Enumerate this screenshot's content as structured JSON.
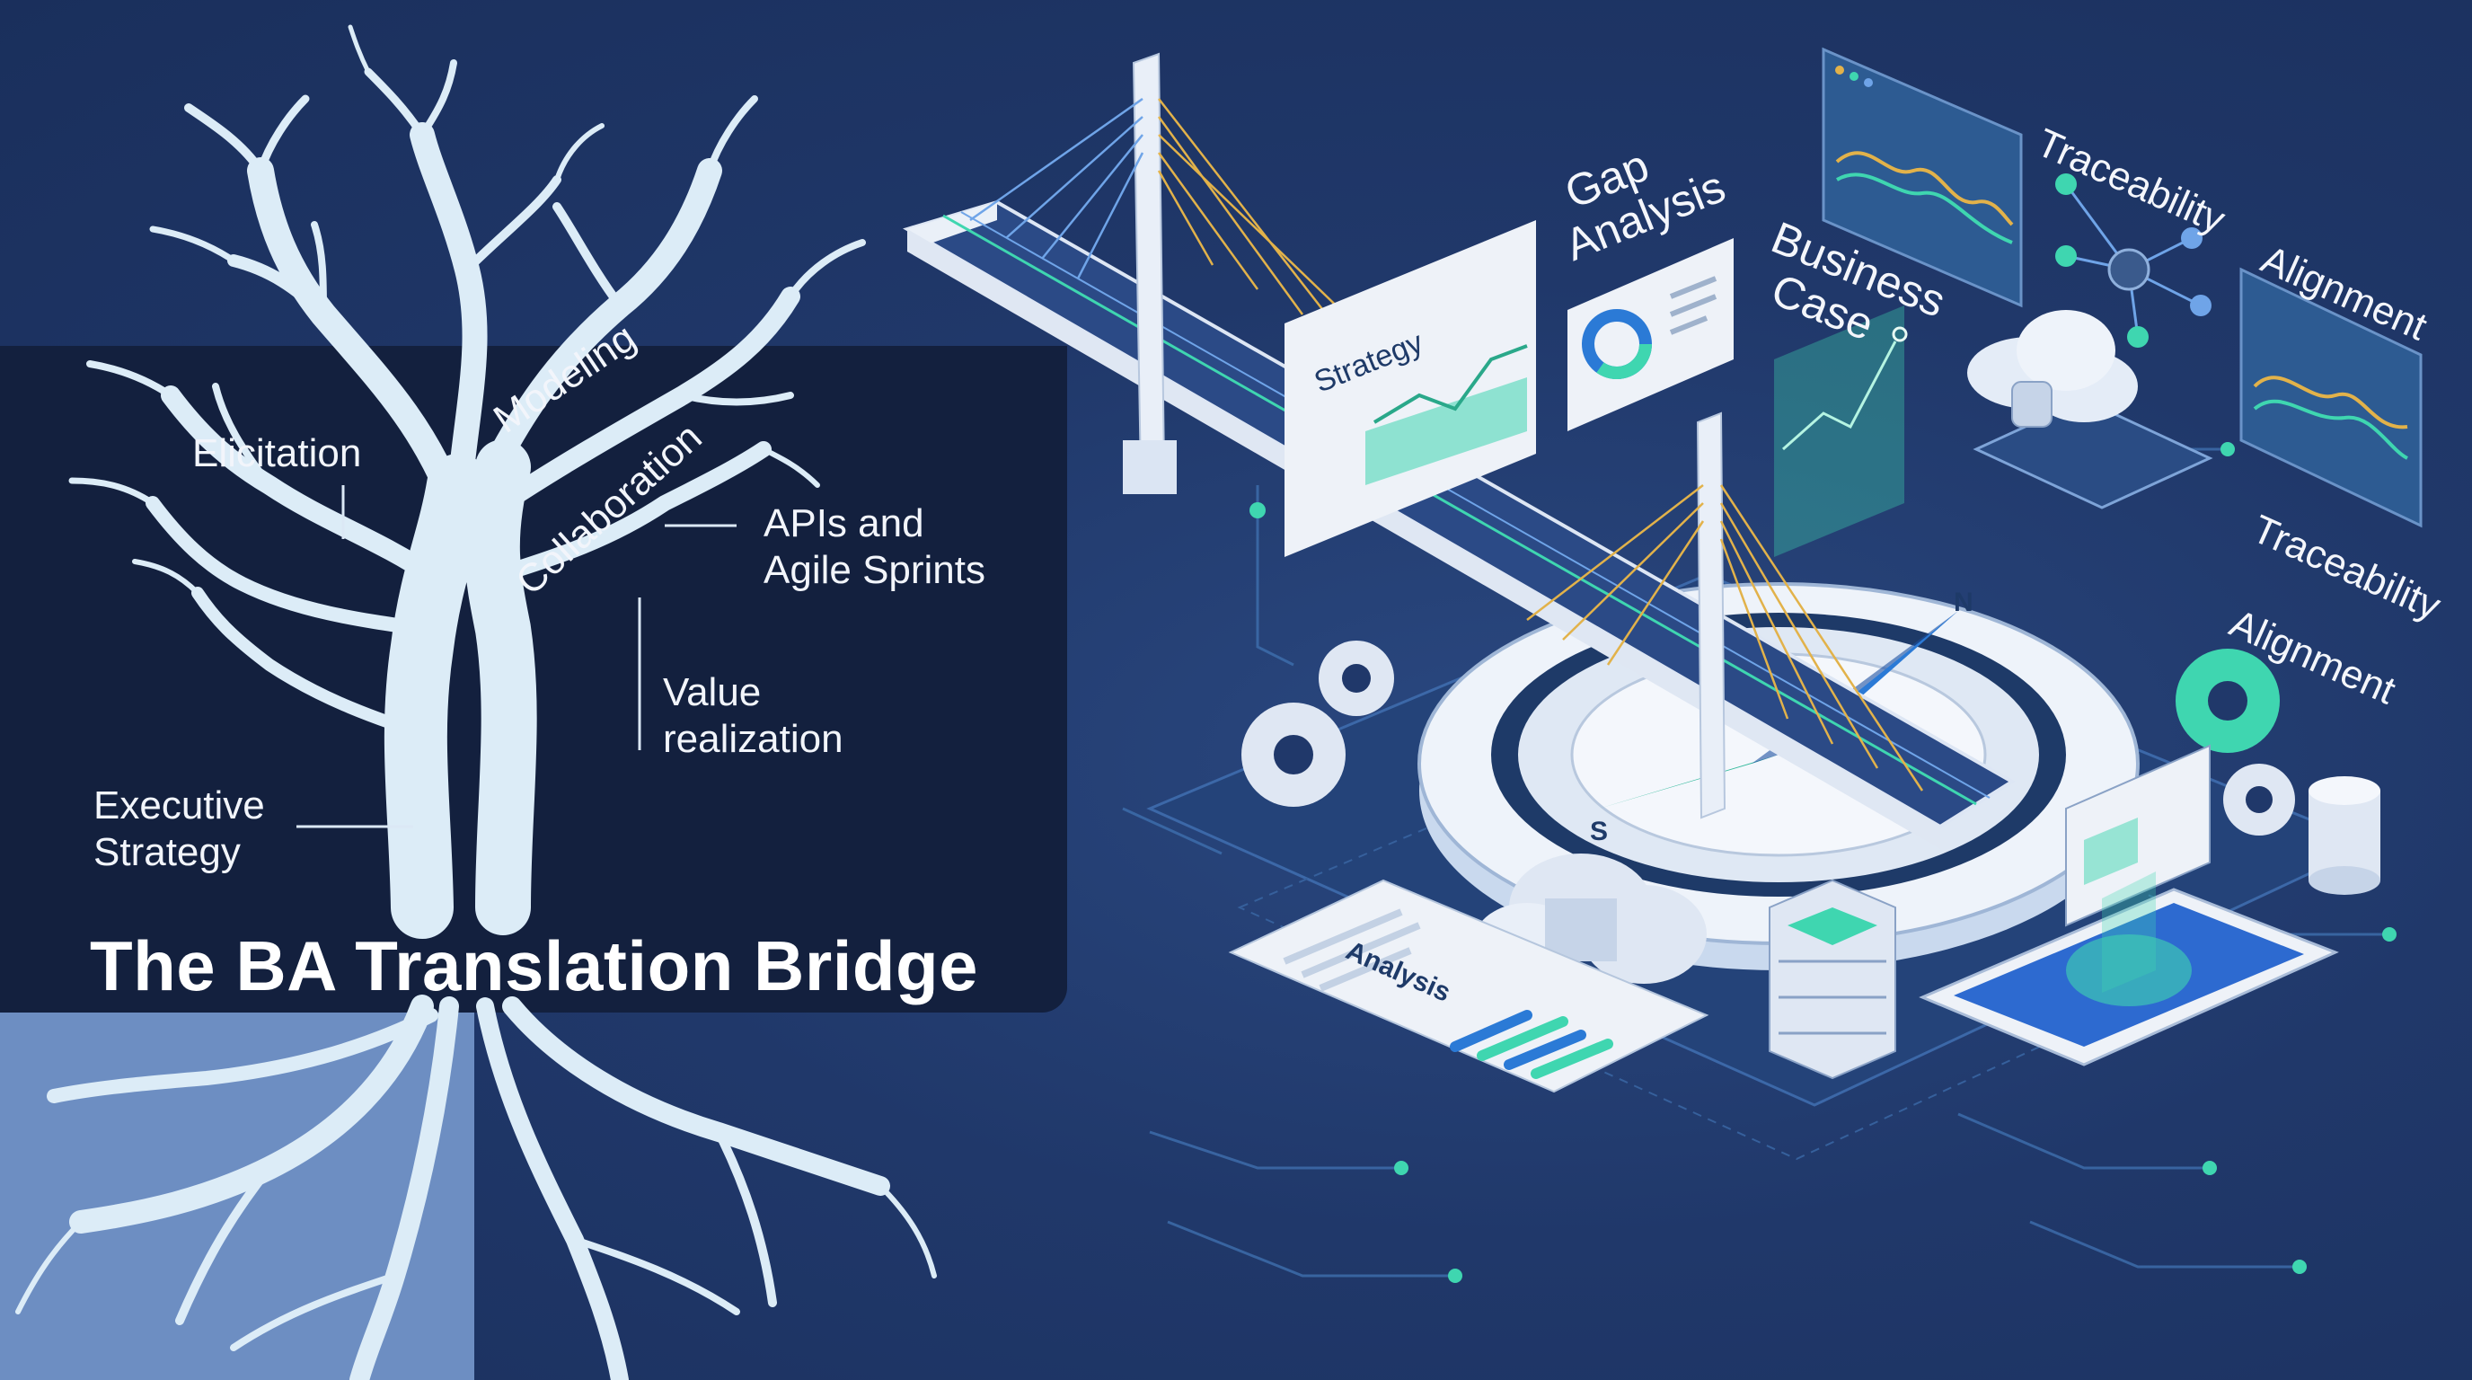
{
  "title": "The BA Translation Bridge",
  "tree_labels": {
    "elicitation": "Elicitation",
    "modeling": "Modeling",
    "collaboration": "Collaboration",
    "apis_line1": "APIs and",
    "apis_line2": "Agile Sprints",
    "value_line1": "Value",
    "value_line2": "realization",
    "exec_line1": "Executive",
    "exec_line2": "Strategy"
  },
  "floating_labels": {
    "gap_line1": "Gap",
    "gap_line2": "Analysis",
    "business_line1": "Business",
    "business_line2": "Case",
    "traceability_top": "Traceability",
    "alignment_top": "Alignment",
    "traceability_right": "Traceability",
    "alignment_right": "Alignment",
    "strategy_card": "Strategy",
    "analysis_card": "Analysis"
  },
  "compass_letters": {
    "north": "N",
    "south": "S"
  },
  "colors": {
    "background": "#1f3563",
    "panel": "#13203e",
    "tree": "#dcecf7",
    "accent_teal": "#3fd6b0",
    "accent_cable": "#e2b24a",
    "card": "#eef2f8"
  },
  "icons": [
    "tree-illustration",
    "cable-stayed-bridge",
    "compass",
    "gear-icon",
    "cloud-database-icon",
    "server-stack-icon",
    "smartphone-icon",
    "dashboard-chart-icon",
    "network-node-icon",
    "database-cylinder-icon",
    "browser-window-icon"
  ]
}
